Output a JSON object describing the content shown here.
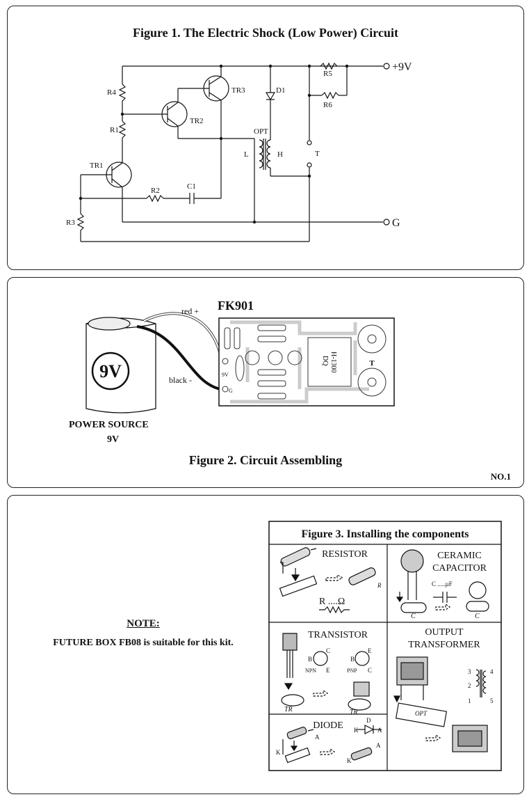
{
  "figure1": {
    "title": "Figure 1. The Electric Shock (Low Power) Circuit",
    "labels": {
      "r4": "R4",
      "r1": "R1",
      "r2": "R2",
      "r3": "R3",
      "r5": "R5",
      "r6": "R6",
      "tr1": "TR1",
      "tr2": "TR2",
      "tr3": "TR3",
      "c1": "C1",
      "d1": "D1",
      "opt": "OPT",
      "l": "L",
      "h": "H",
      "t": "T",
      "plus9v": "+9V",
      "g": "G"
    }
  },
  "figure2": {
    "title": "Figure 2. Circuit Assembling",
    "kit": "FK901",
    "battery_label": "9V",
    "wire_red": "red +",
    "wire_black": "black -",
    "power_source_line1": "POWER SOURCE",
    "power_source_line2": "9V",
    "board_9v": "9V",
    "board_g": "G",
    "board_t": "T",
    "transformer_text1": "DQ",
    "transformer_text2": "H-1300",
    "sheet_no": "NO.1"
  },
  "note": {
    "heading": "NOTE:",
    "text": "FUTURE BOX FB08 is suitable for this kit."
  },
  "figure3": {
    "title": "Figure 3. Installing the components",
    "resistor": {
      "title": "RESISTOR",
      "code": "R",
      "symbol_text": "R ....Ω"
    },
    "capacitor": {
      "title_line1": "CERAMIC",
      "title_line2": "CAPACITOR",
      "value": "C .....µF",
      "code": "C"
    },
    "transistor": {
      "title": "TRANSISTOR",
      "npn": "NPN",
      "pnp": "PNP",
      "b": "B",
      "c": "C",
      "e": "E",
      "code": "TR"
    },
    "output_transformer": {
      "title_line1": "OUTPUT",
      "title_line2": "TRANSFORMER",
      "pin1": "1",
      "pin2": "2",
      "pin3": "3",
      "pin4": "4",
      "pin5": "5",
      "code": "OPT"
    },
    "diode": {
      "title": "DIODE",
      "k": "K",
      "a": "A",
      "d": "D"
    }
  }
}
